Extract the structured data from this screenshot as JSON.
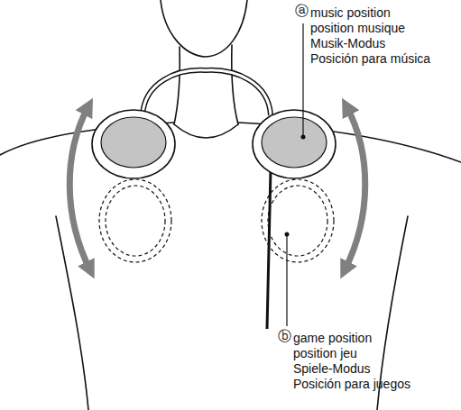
{
  "diagram": {
    "labels": [
      "ⓐ",
      "music position",
      "position musique",
      "Musik-Modus",
      "Posición para música",
      "ⓑ",
      "game position",
      "position jeu",
      "Spiele-Modus",
      "Posición para juegos"
    ]
  }
}
